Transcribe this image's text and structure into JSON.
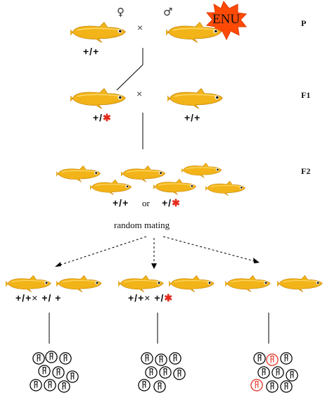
{
  "colors": {
    "fish_body": "#f2b418",
    "fish_dark": "#d4930a",
    "fish_light": "#ffd85a",
    "burst": "#ff4a06",
    "mutant": "#e32a1c",
    "line": "#000000",
    "embryo_normal": "#000000",
    "embryo_mutant": "#e32a1c"
  },
  "icons": [
    "female-symbol",
    "male-symbol",
    "medaka-fish-icon",
    "mutagen-burst-icon",
    "embryo-icon"
  ],
  "generations": {
    "p": "P",
    "f1": "F1",
    "f2": "F2"
  },
  "p_cross": {
    "female_symbol": "♀",
    "male_symbol": "♂",
    "cross_sign": "×",
    "mutagen": "ENU",
    "female_genotype": "+/+"
  },
  "f1_cross": {
    "mutant_geno_prefix": "+/",
    "star": "✱",
    "cross_sign": "×",
    "wildtype_genotype": "+/+"
  },
  "f2": {
    "geno_wt": "+/+",
    "or_word": "or",
    "mutant_geno_prefix": "+/",
    "star": "✱",
    "mating_label": "random mating"
  },
  "bottom_crosses": [
    {
      "left_geno": "+/+",
      "cross_sign": "×",
      "right_prefix": "+/",
      "right_suffix": "+",
      "right_star": ""
    },
    {
      "left_geno": "+/+",
      "cross_sign": "×",
      "right_prefix": "+/",
      "right_suffix": "",
      "right_star": "✱"
    },
    {
      "left_geno": "",
      "cross_sign": "",
      "right_prefix": "",
      "right_suffix": "",
      "right_star": ""
    }
  ]
}
